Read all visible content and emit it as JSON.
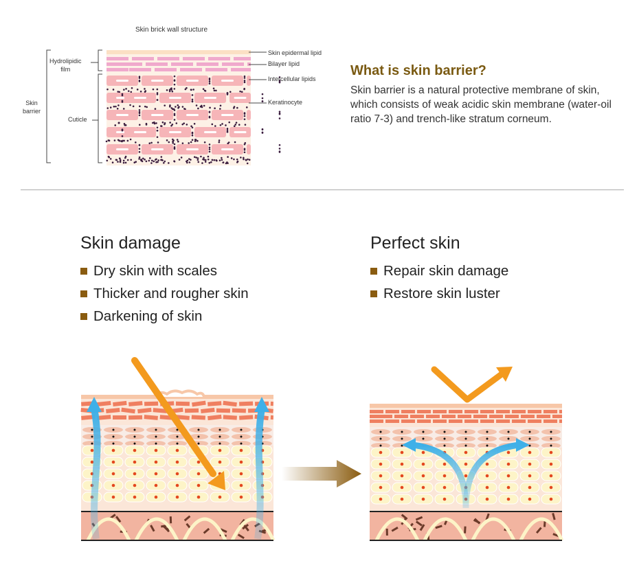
{
  "structure": {
    "title": "Skin brick wall structure",
    "labels": {
      "skin_barrier": [
        "Skin",
        "barrier"
      ],
      "hydrolipidic": [
        "Hydrolipidic",
        "film"
      ],
      "cuticle": "Cuticle",
      "epidermal": "Skin epidermal lipid",
      "bilayer": "Bilayer lipid",
      "intercellular": "Intercellular lipids",
      "keratinocyte": "Keratinocyte"
    }
  },
  "info": {
    "title": "What is skin barrier?",
    "body": "Skin barrier is a natural protective membrane of skin, which consists of weak acidic skin membrane (water-oil ratio 7-3) and trench-like stratum corneum."
  },
  "damage": {
    "heading": "Skin damage",
    "items": [
      "Dry skin with scales",
      "Thicker and rougher skin",
      "Darkening of skin"
    ]
  },
  "perfect": {
    "heading": "Perfect skin",
    "items": [
      "Repair skin damage",
      "Restore skin luster"
    ]
  },
  "colors": {
    "accent": "#7a5a12",
    "bullet": "#8a5c10",
    "arrow": "#f39a1e",
    "water": "#3fb0e8"
  }
}
